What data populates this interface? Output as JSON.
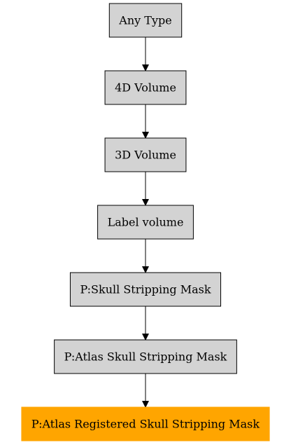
{
  "diagram": {
    "nodes": [
      {
        "id": "any-type",
        "label": "Any Type",
        "fill": "#d3d3d3",
        "stroke": "#000000"
      },
      {
        "id": "4d-volume",
        "label": "4D Volume",
        "fill": "#d3d3d3",
        "stroke": "#000000"
      },
      {
        "id": "3d-volume",
        "label": "3D Volume",
        "fill": "#d3d3d3",
        "stroke": "#000000"
      },
      {
        "id": "label-volume",
        "label": "Label volume",
        "fill": "#d3d3d3",
        "stroke": "#000000"
      },
      {
        "id": "p-skull-stripping-mask",
        "label": "P:Skull Stripping Mask",
        "fill": "#d3d3d3",
        "stroke": "#000000"
      },
      {
        "id": "p-atlas-skull-stripping-mask",
        "label": "P:Atlas Skull Stripping Mask",
        "fill": "#d3d3d3",
        "stroke": "#000000"
      },
      {
        "id": "p-atlas-registered-skull-stripping-mask",
        "label": "P:Atlas Registered Skull Stripping Mask",
        "fill": "#ffa500",
        "stroke": "#ffa500"
      }
    ],
    "edges": [
      {
        "from": "any-type",
        "to": "4d-volume"
      },
      {
        "from": "4d-volume",
        "to": "3d-volume"
      },
      {
        "from": "3d-volume",
        "to": "label-volume"
      },
      {
        "from": "label-volume",
        "to": "p-skull-stripping-mask"
      },
      {
        "from": "p-skull-stripping-mask",
        "to": "p-atlas-skull-stripping-mask"
      },
      {
        "from": "p-atlas-skull-stripping-mask",
        "to": "p-atlas-registered-skull-stripping-mask"
      }
    ]
  }
}
